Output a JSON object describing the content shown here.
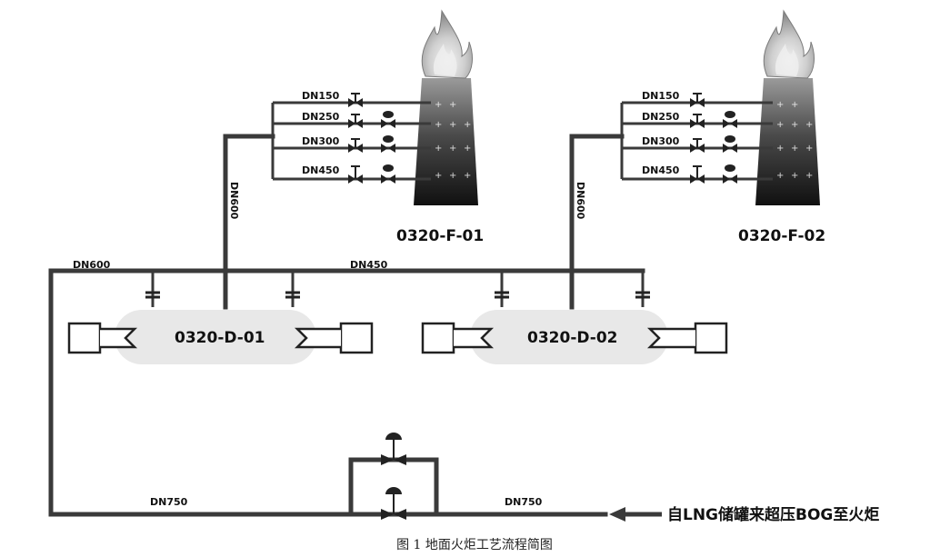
{
  "flares": [
    {
      "tag": "0320-F-01",
      "branches": [
        "DN150",
        "DN250",
        "DN300",
        "DN450"
      ],
      "riser_label": "DN600"
    },
    {
      "tag": "0320-F-02",
      "branches": [
        "DN150",
        "DN250",
        "DN300",
        "DN450"
      ],
      "riser_label": "DN600"
    }
  ],
  "drums": [
    {
      "tag": "0320-D-01"
    },
    {
      "tag": "0320-D-02"
    }
  ],
  "header": {
    "left_label": "DN600",
    "right_label": "DN450"
  },
  "bottom_line": {
    "left_label": "DN750",
    "right_label": "DN750"
  },
  "source_label": "自LNG储罐来超压BOG至火炬",
  "caption": "图 1  地面火炬工艺流程简图",
  "colors": {
    "pipe": "#3a3a3a",
    "drum": "#e8e8e8",
    "flame_outer": "#b5b5b5",
    "flame_inner": "#e6e6e6"
  }
}
